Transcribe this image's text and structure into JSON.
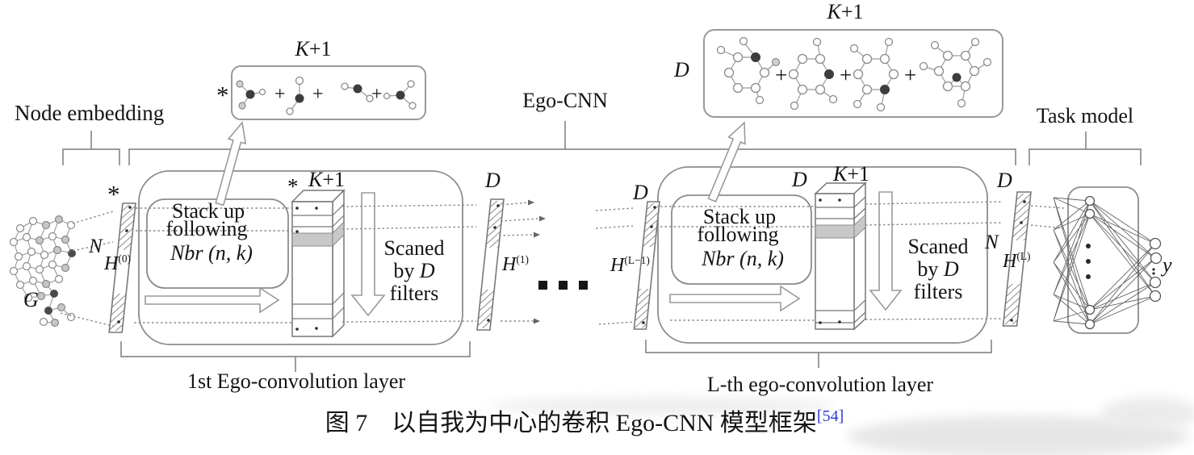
{
  "figure": {
    "sections": {
      "node_embedding": "Node embedding",
      "ego_cnn": "Ego-CNN",
      "task_model": "Task model"
    },
    "symbols": {
      "star": "*",
      "plus": "+",
      "d": "D",
      "n": "N",
      "g": "G",
      "y": "y",
      "k": {
        "base": "K",
        "rest": "+1"
      },
      "h0": {
        "base": "H",
        "sup": "(0)"
      },
      "h1": {
        "base": "H",
        "sup": "(1)"
      },
      "hl1": {
        "base": "H",
        "sup": "(L−1)"
      },
      "hl": {
        "base": "H",
        "sup": "(L)"
      }
    },
    "layer1": {
      "stack1": "Stack up",
      "stack2": "following",
      "stack3": "Nbr (n, k)",
      "scan1": "Scaned",
      "scan2_prefix": "by ",
      "scan2_d": "D",
      "scan3": "filters",
      "caption": "1st Ego-convolution layer"
    },
    "layer2": {
      "stack1": "Stack up",
      "stack2": "following",
      "stack3": "Nbr (n, k)",
      "scan1": "Scaned",
      "scan2_prefix": "by ",
      "scan2_d": "D",
      "scan3": "filters",
      "caption": "L-th ego-convolution layer"
    },
    "caption": {
      "text": "图 7　以自我为中心的卷积 Ego-CNN 模型框架",
      "ref": "[54]"
    },
    "colors": {
      "ref_blue": "#2b3bd1"
    }
  }
}
